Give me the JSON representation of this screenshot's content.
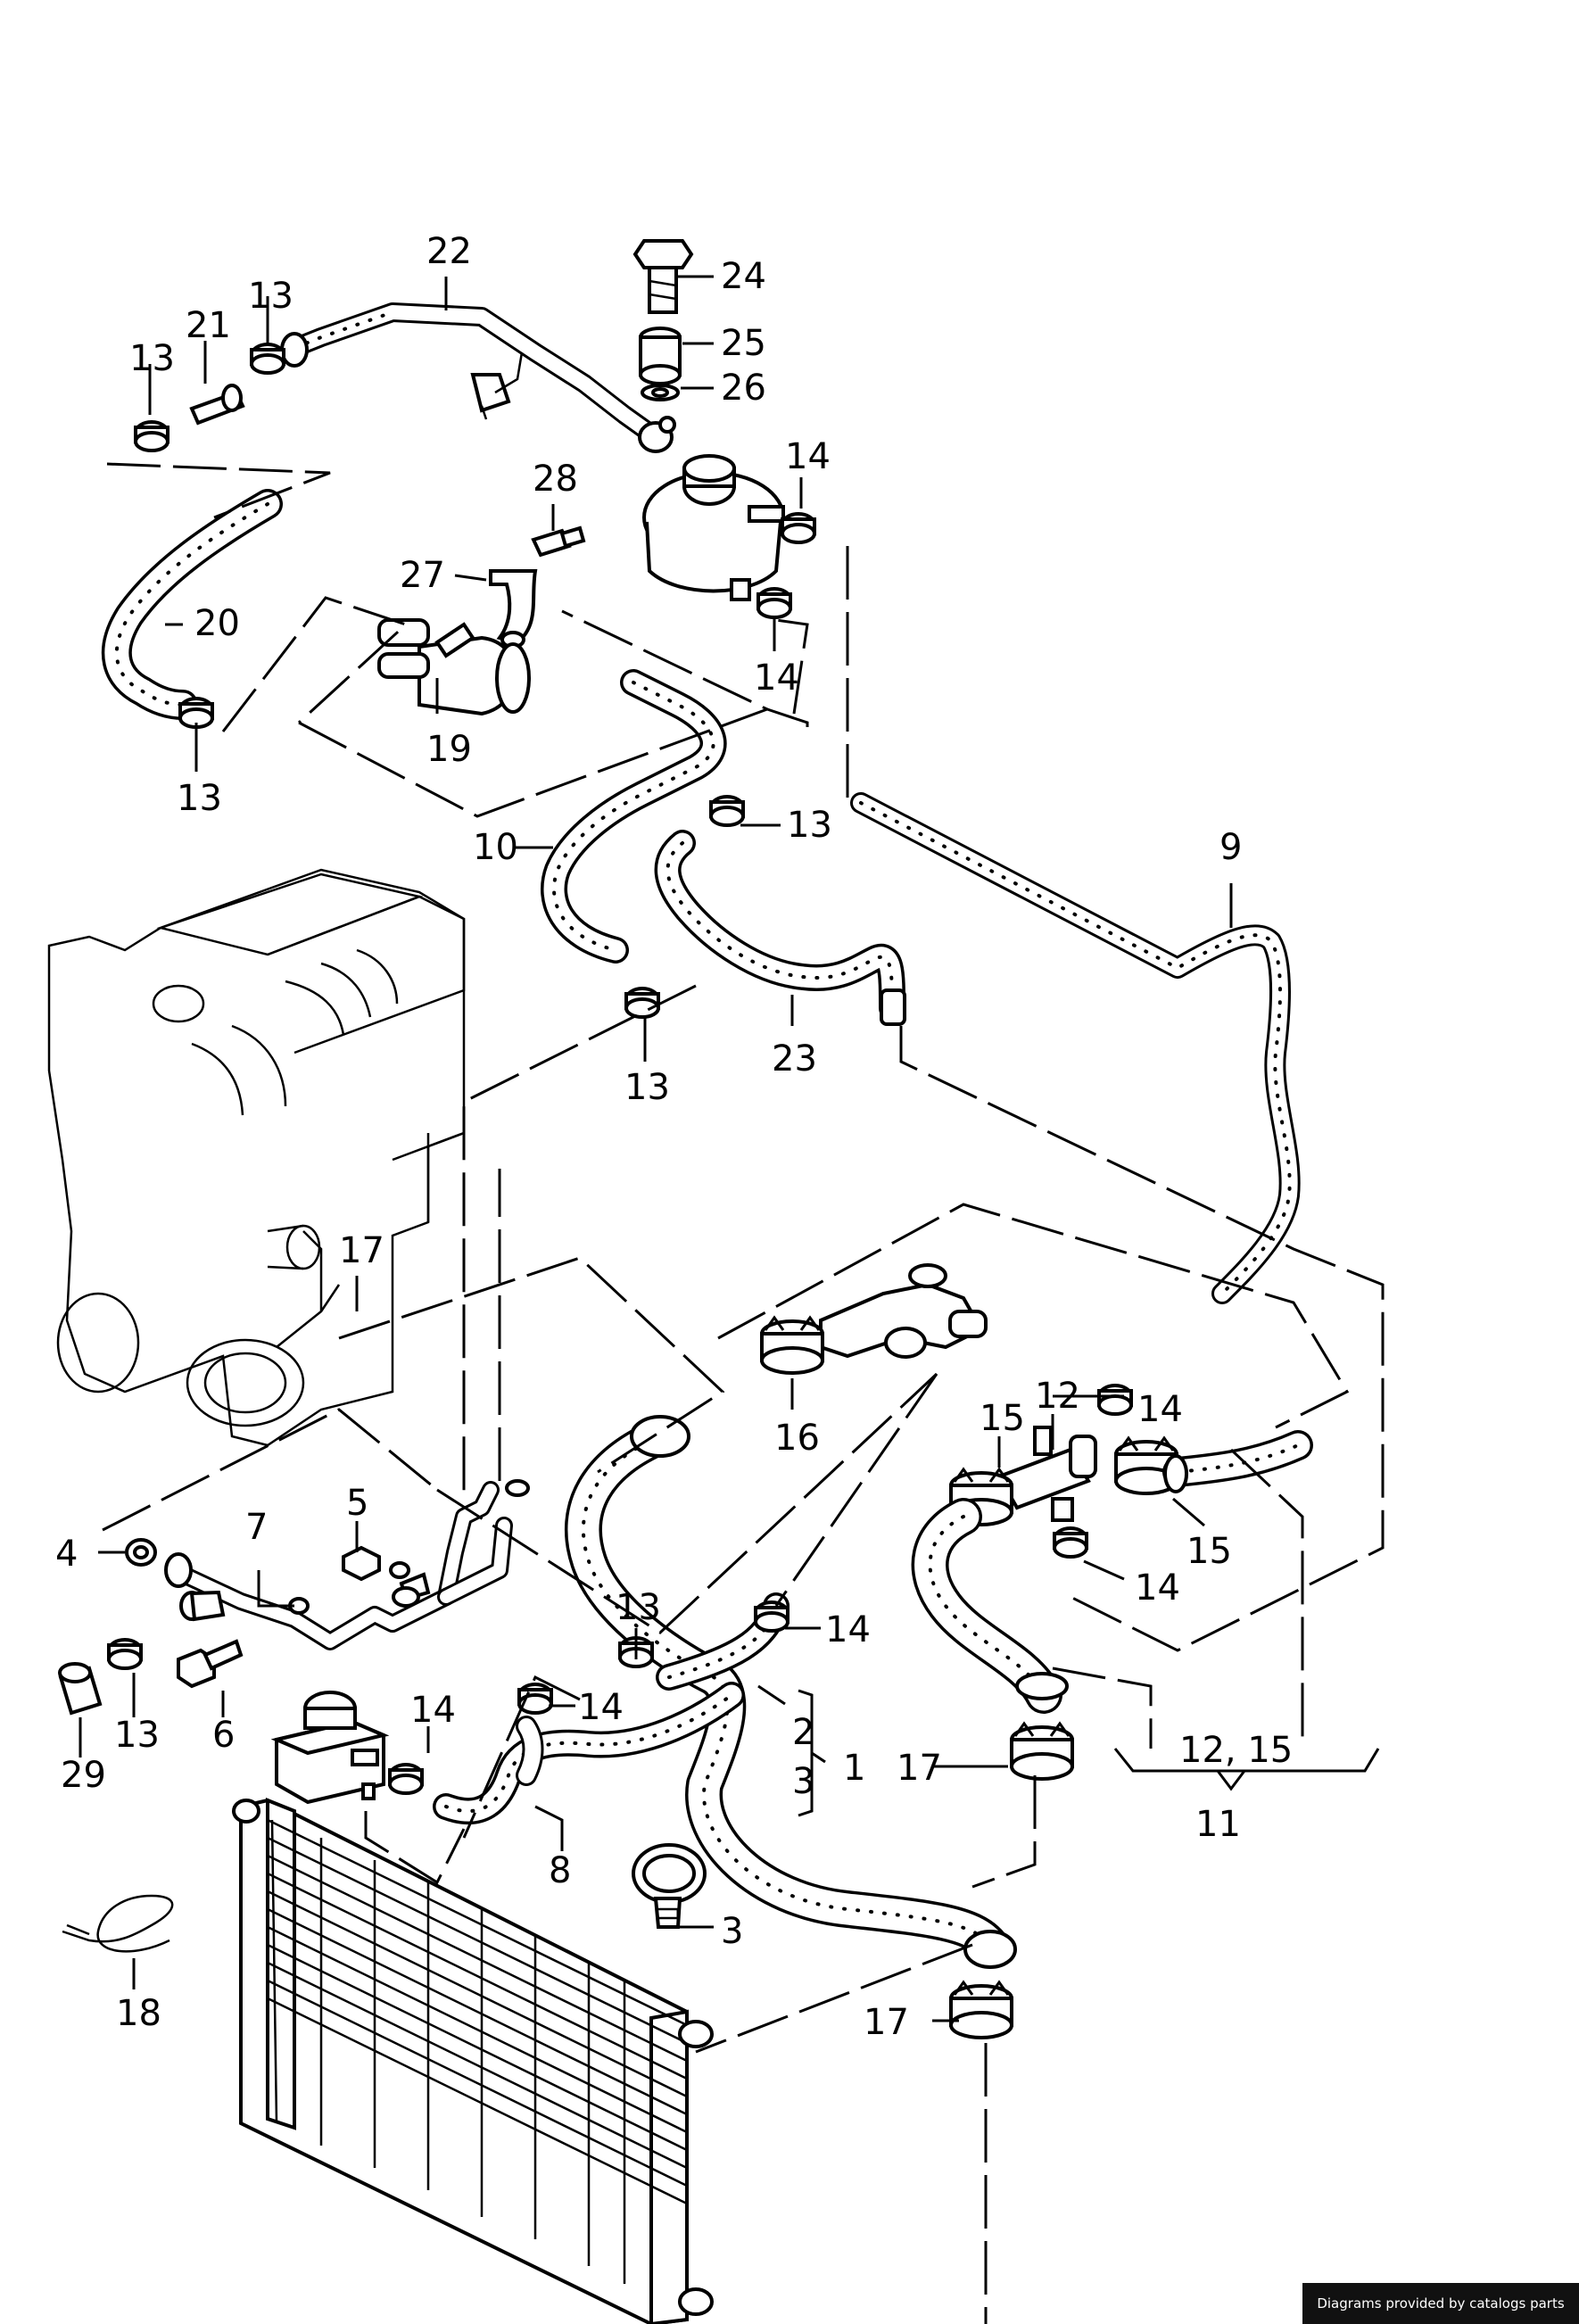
{
  "labels": {
    "n1": "1",
    "n2": "2",
    "n3a": "3",
    "n3b": "3",
    "n4": "4",
    "n5": "5",
    "n6": "6",
    "n7": "7",
    "n8": "8",
    "n9": "9",
    "n10": "10",
    "n11": "11",
    "n12": "12",
    "n12_15": "12, 15",
    "n13a": "13",
    "n13b": "13",
    "n13c": "13",
    "n13d": "13",
    "n13e": "13",
    "n13f": "13",
    "n13g": "13",
    "n14a": "14",
    "n14b": "14",
    "n14c": "14",
    "n14d": "14",
    "n14e": "14",
    "n14f": "14",
    "n15a": "15",
    "n15b": "15",
    "n16": "16",
    "n17a": "17",
    "n17b": "17",
    "n17c": "17",
    "n18": "18",
    "n19": "19",
    "n20": "20",
    "n21": "21",
    "n22": "22",
    "n23": "23",
    "n24": "24",
    "n25": "25",
    "n26": "26",
    "n27": "27",
    "n28": "28",
    "n29": "29"
  },
  "footer": {
    "text": "Diagrams provided by catalogs parts"
  }
}
